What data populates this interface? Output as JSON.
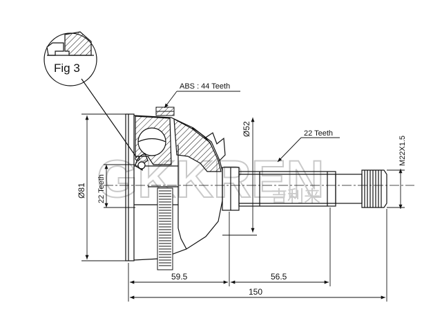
{
  "callout": {
    "label": "Fig 3"
  },
  "annotations": {
    "abs": "ABS : 44 Teeth",
    "inner_spline": "22 Teeth",
    "outer_spline": "22 Teeth",
    "thread": "M22X1.5"
  },
  "dimensions": {
    "outer_diameter": "Ø81",
    "shaft_diameter": "Ø52",
    "bell_length": "59.5",
    "shaft_length": "56.5",
    "overall_length": "150"
  },
  "watermark": {
    "latin": "GKKREN",
    "chinese": "吉利来"
  },
  "colors": {
    "ink": "#111111",
    "watermark": "#c9c9c9"
  }
}
